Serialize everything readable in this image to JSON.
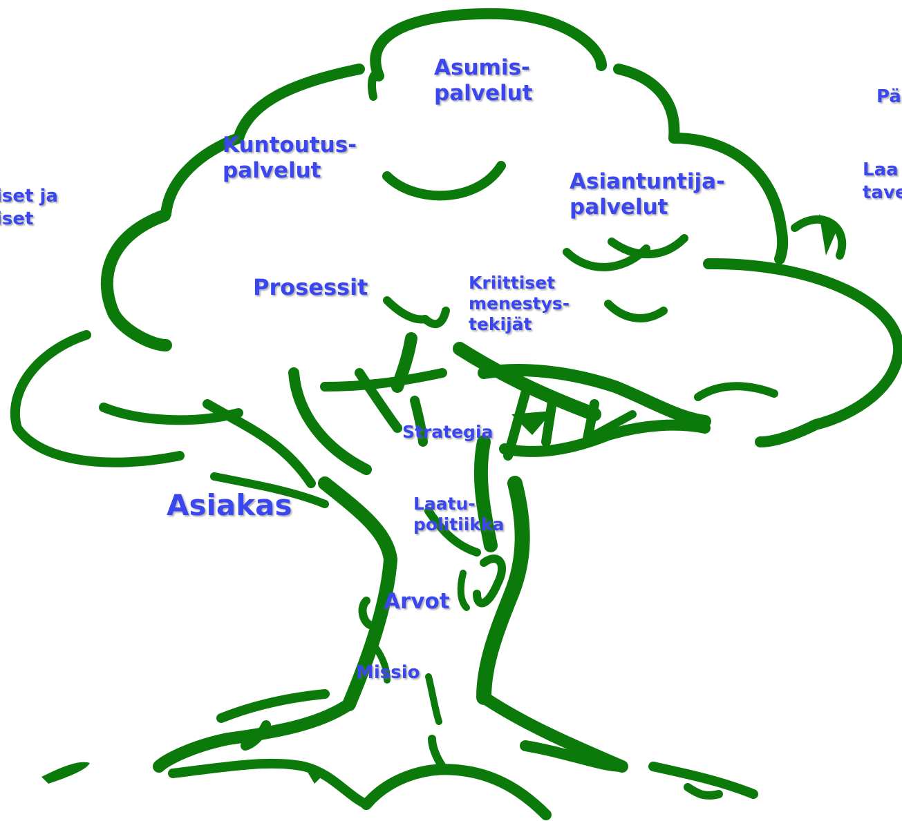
{
  "labels": {
    "asumis": "Asumis-\npalvelut",
    "kuntoutus": "Kuntoutus-\npalvelut",
    "asiantuntija": "Asiantuntija-\npalvelut",
    "left_partial": "iset ja\niset",
    "right_partial_1": "Pä",
    "right_partial_2": "Laa\ntave",
    "prosessit": "Prosessit",
    "kriittiset": "Kriittiset\nmenestys-\ntekijät",
    "strategia": "Strategia",
    "asiakas": "Asiakas",
    "laatupolitiikka": "Laatu-\npolitiikka",
    "arvot": "Arvot",
    "missio": "Missio"
  },
  "colors": {
    "tree": "#0b7a0b",
    "text": "#3a46ef",
    "background": "#ffffff"
  }
}
